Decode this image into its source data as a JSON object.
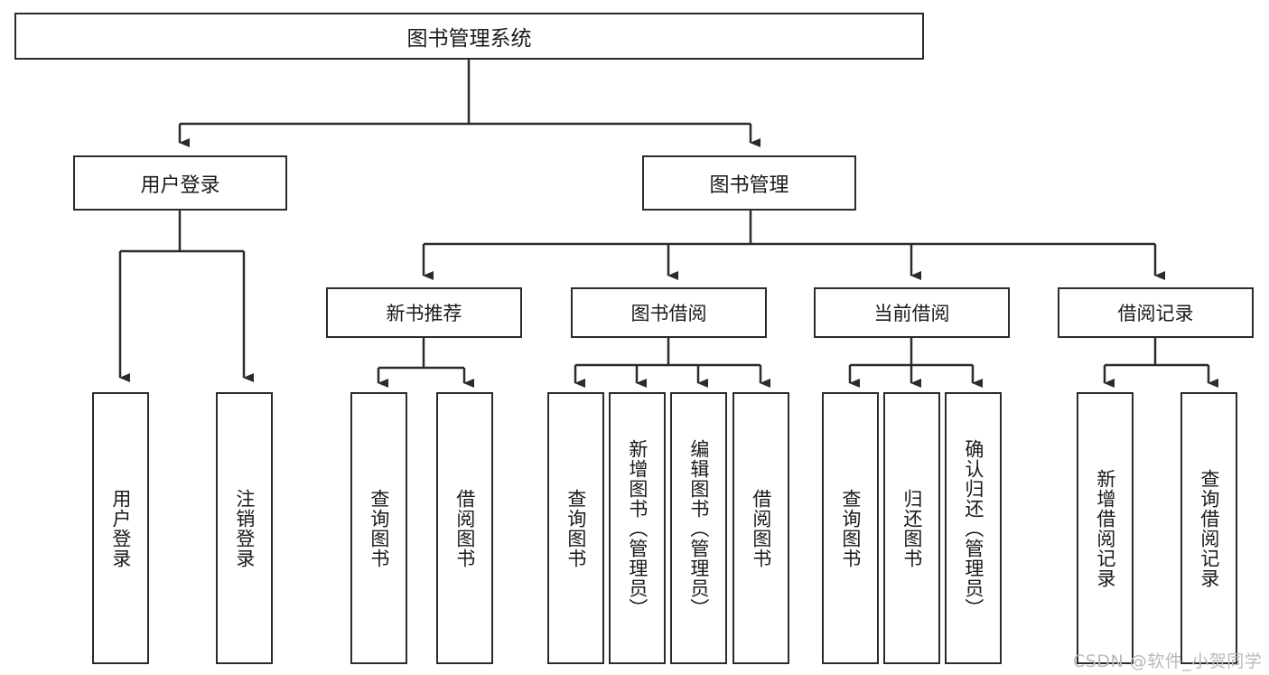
{
  "diagram": {
    "title": "图书管理系统",
    "type": "tree-hierarchy-functional-structure",
    "root": {
      "label": "图书管理系统"
    },
    "level1": [
      {
        "label": "用户登录"
      },
      {
        "label": "图书管理"
      }
    ],
    "level2": [
      {
        "label": "新书推荐"
      },
      {
        "label": "图书借阅"
      },
      {
        "label": "当前借阅"
      },
      {
        "label": "借阅记录"
      }
    ],
    "leaves": [
      {
        "label": "用户登录"
      },
      {
        "label": "注销登录"
      },
      {
        "label": "查询图书"
      },
      {
        "label": "借阅图书"
      },
      {
        "label": "查询图书"
      },
      {
        "label": "新增图书（管理员）"
      },
      {
        "label": "编辑图书（管理员）"
      },
      {
        "label": "借阅图书"
      },
      {
        "label": "查询图书"
      },
      {
        "label": "归还图书"
      },
      {
        "label": "确认归还（管理员）"
      },
      {
        "label": "新增借阅记录"
      },
      {
        "label": "查询借阅记录"
      }
    ]
  },
  "watermark": {
    "text": "CSDN @软件_小贺同学"
  },
  "colors": {
    "stroke": "#2b2b2b",
    "fill": "#ffffff",
    "text": "#1a1a1a",
    "watermark": "#b9b9b9"
  }
}
